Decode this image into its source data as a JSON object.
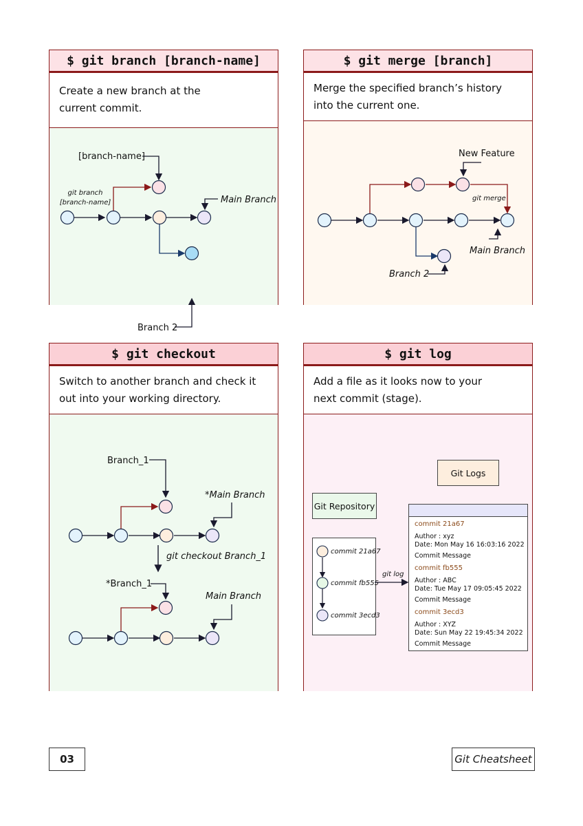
{
  "cards": {
    "branch": {
      "title": "$ git branch [branch-name]",
      "desc_line1": "Create a new branch at the",
      "desc_line2": "current commit.",
      "labels": {
        "branch_name": "[branch-name]",
        "cmd_line1": "git branch",
        "cmd_line2": "[branch-name]",
        "main": "Main Branch",
        "branch2": "Branch 2"
      }
    },
    "merge": {
      "title": "$ git merge [branch]",
      "desc_line1": "Merge the specified branch’s history",
      "desc_line2": "into the current one.",
      "labels": {
        "feature": "New Feature",
        "git_merge": "git merge",
        "main": "Main Branch",
        "branch2": "Branch 2"
      }
    },
    "checkout": {
      "title": "$ git checkout",
      "desc_line1": "Switch to another branch and check it",
      "desc_line2": "out into your working directory.",
      "labels": {
        "branch1": "Branch_1",
        "main_star": "*Main Branch",
        "cmd": "git checkout Branch_1",
        "branch1_star": "*Branch_1",
        "main": "Main Branch"
      }
    },
    "log": {
      "title": "$ git log",
      "desc_line1": "Add a file as it looks now to your",
      "desc_line2": "next commit (stage).",
      "git_logs": "Git Logs",
      "git_repo": "Git Repository",
      "git_log_arrow": "git log",
      "repo_commits": [
        "commit 21a67",
        "commit fb555",
        "commit 3ecd3"
      ],
      "entries": [
        {
          "commit": "commit 21a67",
          "author": "Author : xyz",
          "date": "Date: Mon May 16 16:03:16 2022",
          "message": "Commit Message"
        },
        {
          "commit": "commit fb555",
          "author": "Author : ABC",
          "date": "Date: Tue May 17 09:05:45 2022",
          "message": "Commit Message"
        },
        {
          "commit": "commit 3ecd3",
          "author": "Author : XYZ",
          "date": "Date: Sun May 22 19:45:34 2022",
          "message": "Commit Message"
        }
      ]
    }
  },
  "footer": {
    "page_number": "03",
    "doc_title": "Git Cheatsheet"
  },
  "colors": {
    "border": "#8b1a1a",
    "header_bg": "#fbd0d6",
    "green_panel": "#f0faf0",
    "orange_panel": "#fff8f0",
    "pink_panel": "#fdf0f6",
    "node_blue": "#e3f3fc",
    "node_pink": "#fbe1e6",
    "node_peach": "#fdeede",
    "node_lavender": "#ebe6f8",
    "node_cyan": "#a8dcf5",
    "arrow_red": "#8b1a1a",
    "arrow_blue": "#1a3a6b"
  }
}
